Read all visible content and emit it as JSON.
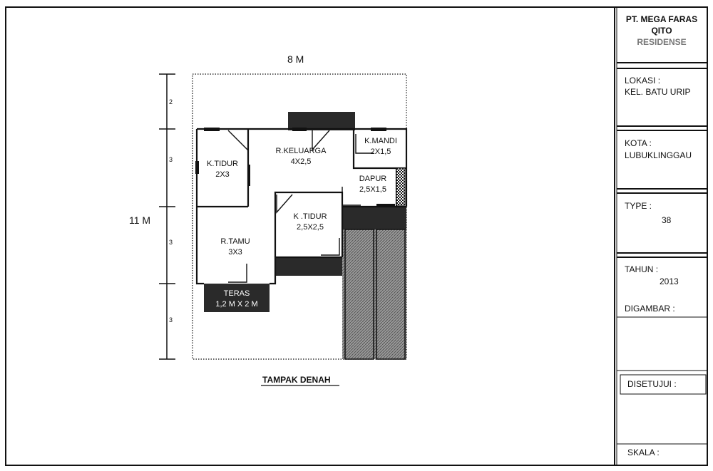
{
  "title_block": {
    "company_line1": "PT. MEGA FARAS",
    "company_line2": "QITO",
    "company_line3": "RESIDENSE",
    "lokasi_label": "LOKASI :",
    "lokasi_value": "KEL. BATU URIP",
    "kota_label": "KOTA :",
    "kota_value": "LUBUKLINGGAU",
    "type_label": "TYPE :",
    "type_value": "38",
    "tahun_label": "TAHUN :",
    "tahun_value": "2013",
    "digambar_label": "DIGAMBAR :",
    "disetujui_label": "DISETUJUI :",
    "skala_label": "SKALA :"
  },
  "plan": {
    "width_label": "8 M",
    "height_label": "11 M",
    "caption": "TAMPAK DENAH",
    "scale_segments": [
      "2",
      "3",
      "3",
      "3"
    ],
    "rooms": {
      "k_tidur_1": {
        "name": "K.TIDUR",
        "size": "2X3"
      },
      "r_keluarga": {
        "name": "R.KELUARGA",
        "size": "4X2,5"
      },
      "k_mandi": {
        "name": "K.MANDI",
        "size": "2X1,5"
      },
      "dapur": {
        "name": "DAPUR",
        "size": "2,5X1,5"
      },
      "k_tidur_2": {
        "name": "K .TIDUR",
        "size": "2,5X2,5"
      },
      "r_tamu": {
        "name": "R.TAMU",
        "size": "3X3"
      },
      "teras": {
        "name": "TERAS",
        "size": "1,2 M X 2 M"
      }
    }
  },
  "colors": {
    "line": "#111111",
    "dark_fill": "#2a2a2a",
    "hatch_fill": "#8a8a8a"
  }
}
